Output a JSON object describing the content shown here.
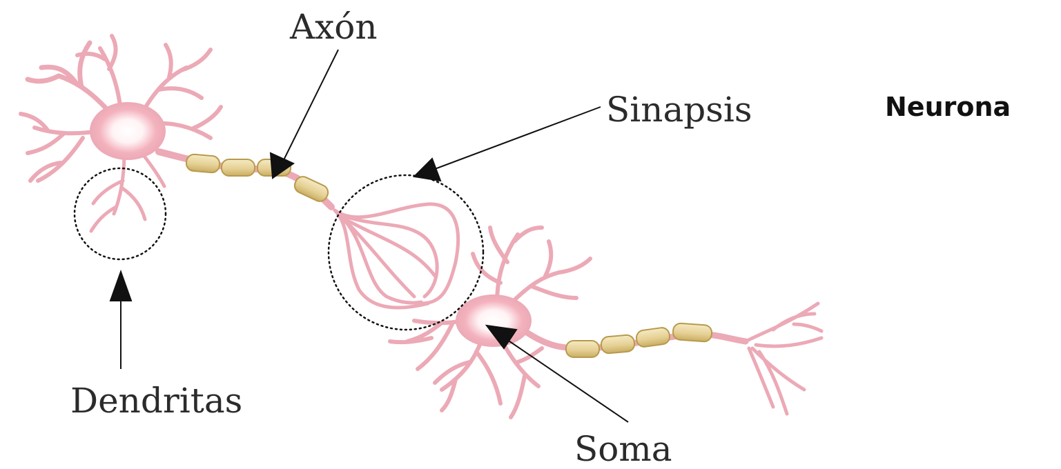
{
  "title": "Neurona",
  "labels": {
    "axon": "Axón",
    "sinapsis": "Sinapsis",
    "dendritas": "Dendritas",
    "soma": "Soma"
  },
  "colors": {
    "dendrite": "#eca9b6",
    "dendrite_outline": "#d9899a",
    "soma_core": "#ffffff",
    "soma_glow": "#f2a7b3",
    "myelin_fill": "#ead9a0",
    "myelin_outline": "#b89a4c",
    "arrow": "#111111",
    "text": "#2b2b2b"
  },
  "icons": {
    "pointer": "arrow-icon",
    "highlight": "dotted-circle"
  }
}
